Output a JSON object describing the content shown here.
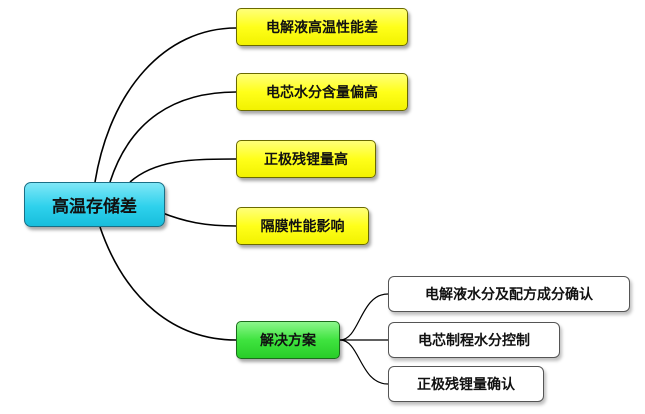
{
  "mindmap": {
    "root": {
      "label": "高温存储差"
    },
    "branches": [
      {
        "label": "电解液高温性能差"
      },
      {
        "label": "电芯水分含量偏高"
      },
      {
        "label": "正极残锂量高"
      },
      {
        "label": "隔膜性能影响"
      },
      {
        "label": "解决方案",
        "children": [
          {
            "label": "电解液水分及配方成分确认"
          },
          {
            "label": "电芯制程水分控制"
          },
          {
            "label": "正极残锂量确认"
          }
        ]
      }
    ]
  },
  "colors": {
    "root_fill": "#2ed1ec",
    "branch_fill": "#ffff1a",
    "solution_fill": "#3fe33f",
    "leaf_fill": "#ffffff",
    "connector": "#000000"
  }
}
